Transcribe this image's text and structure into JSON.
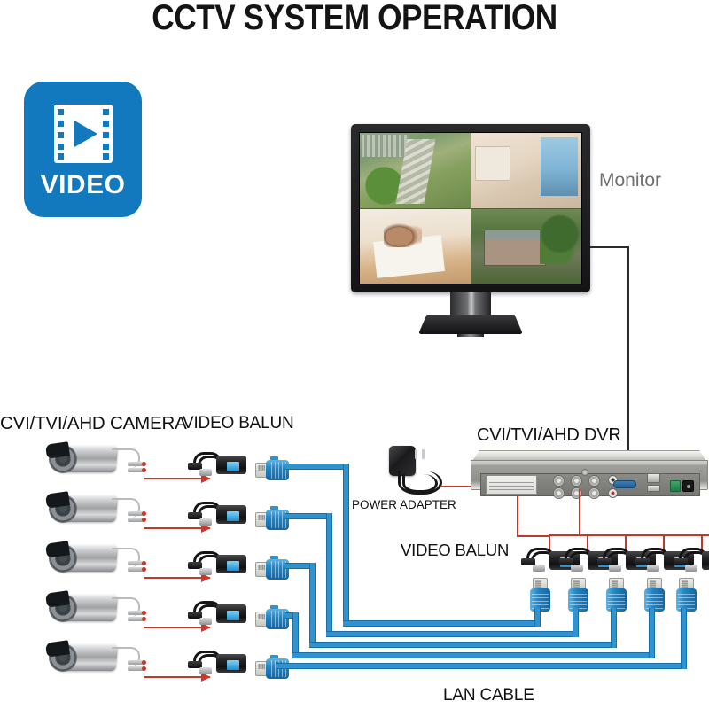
{
  "title": "CCTV SYSTEM OPERATION",
  "badge": {
    "label": "VIDEO",
    "icon": "film-play-icon",
    "color": "#1379bf"
  },
  "monitor": {
    "label": "Monitor",
    "quadrants": [
      {
        "name": "backyard-garden-view",
        "position": "top-left"
      },
      {
        "name": "living-room-view",
        "position": "top-right"
      },
      {
        "name": "children-on-floor-view",
        "position": "bottom-left"
      },
      {
        "name": "house-garage-exterior-view",
        "position": "bottom-right"
      }
    ]
  },
  "labels": {
    "camera": "CVI/TVI/AHD CAMERA",
    "balun_top": "VIDEO BALUN",
    "dvr": "CVI/TVI/AHD DVR",
    "power_adapter": "POWER ADAPTER",
    "balun_bottom": "VIDEO BALUN",
    "lan_cable": "LAN CABLE"
  },
  "colors": {
    "accent_blue": "#1379bf",
    "cable_blue": "#2e93cf",
    "cable_blue_edge": "#1a6fa8",
    "connector_red": "#c0392b",
    "monitor_line": "#2b2b2b",
    "text": "#111111",
    "label_gray": "#6f6f6f"
  },
  "channels": [
    {
      "index": 1,
      "camera": "bullet-camera",
      "balun": "video-balun",
      "connector": "rj45-connector"
    },
    {
      "index": 2,
      "camera": "bullet-camera",
      "balun": "video-balun",
      "connector": "rj45-connector"
    },
    {
      "index": 3,
      "camera": "bullet-camera",
      "balun": "video-balun",
      "connector": "rj45-connector"
    },
    {
      "index": 4,
      "camera": "bullet-camera",
      "balun": "video-balun",
      "connector": "rj45-connector"
    },
    {
      "index": 5,
      "camera": "bullet-camera",
      "balun": "video-balun",
      "connector": "rj45-connector"
    }
  ],
  "dvr_baluns": [
    {
      "index": 1
    },
    {
      "index": 2
    },
    {
      "index": 3
    },
    {
      "index": 4
    },
    {
      "index": 5
    }
  ]
}
